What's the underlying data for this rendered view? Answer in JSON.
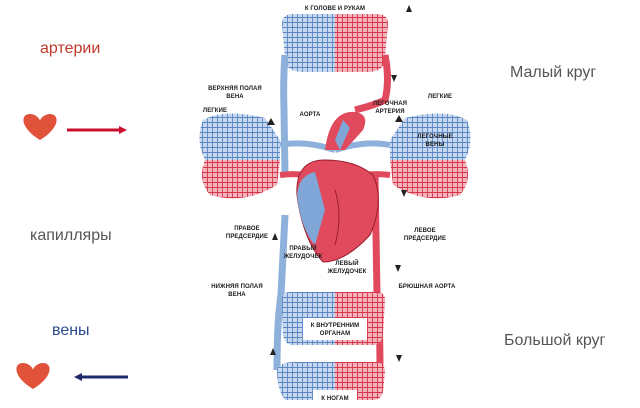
{
  "legend": {
    "arteries": "артерии",
    "capillaries": "капилляры",
    "veins": "вены"
  },
  "circles": {
    "small": "Малый круг",
    "large": "Большой круг"
  },
  "labels": {
    "to_head": "К ГОЛОВЕ И РУКАМ",
    "svc_1": "ВЕРХНЯЯ ПОЛАЯ",
    "svc_2": "ВЕНА",
    "aorta": "АОРТА",
    "pa_1": "ЛЕГОЧНАЯ",
    "pa_2": "АРТЕРИЯ",
    "lungs_l": "ЛЕГКИЕ",
    "lungs_r": "ЛЕГКИЕ",
    "pv_1": "ЛЕГОЧНЫЕ",
    "pv_2": "ВЕНЫ",
    "ra_1": "ПРАВОЕ",
    "ra_2": "ПРЕДСЕРДИЕ",
    "rv_1": "ПРАВЫЙ",
    "rv_2": "ЖЕЛУДОЧЕК",
    "la_1": "ЛЕВОЕ",
    "la_2": "ПРЕДСЕРДИЕ",
    "lv_1": "ЛЕВЫЙ",
    "lv_2": "ЖЕЛУДОЧЕК",
    "ivc_1": "НИЖНЯЯ ПОЛАЯ",
    "ivc_2": "ВЕНА",
    "abd_aorta": "БРЮШНАЯ АОРТА",
    "internal_1": "К ВНУТРЕННИМ",
    "internal_2": "ОРГАНАМ",
    "to_legs": "К НОГАМ"
  },
  "colors": {
    "artery": "#c8102e",
    "vein": "#1b2a6b",
    "heart": "#e0533a",
    "blood_red": "#e04a5c",
    "blood_blue": "#7fa6d6",
    "text_red": "#c0392b",
    "text_blue": "#2a4a8c"
  }
}
